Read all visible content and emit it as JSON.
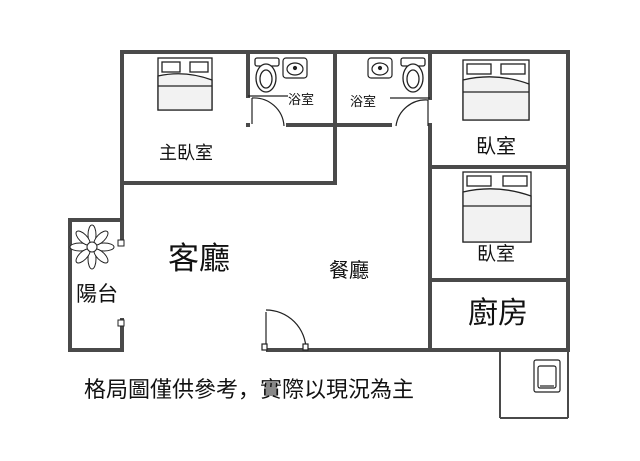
{
  "rooms": {
    "master_bedroom": "主臥室",
    "bath_left": "浴室",
    "bath_right": "浴室",
    "bedroom_upper": "臥室",
    "bedroom_lower": "臥室",
    "living_room": "客廳",
    "dining_room": "餐廳",
    "kitchen": "廚房",
    "balcony": "陽台"
  },
  "disclaimer": "格局圖僅供參考，實際以現況為主",
  "colors": {
    "wall": "#4a4a4a",
    "line": "#222222",
    "background": "#ffffff"
  },
  "icons": [
    "bed-icon",
    "toilet-icon",
    "sink-icon",
    "flower-plant-icon",
    "washing-machine-icon",
    "door-swing-icon"
  ]
}
